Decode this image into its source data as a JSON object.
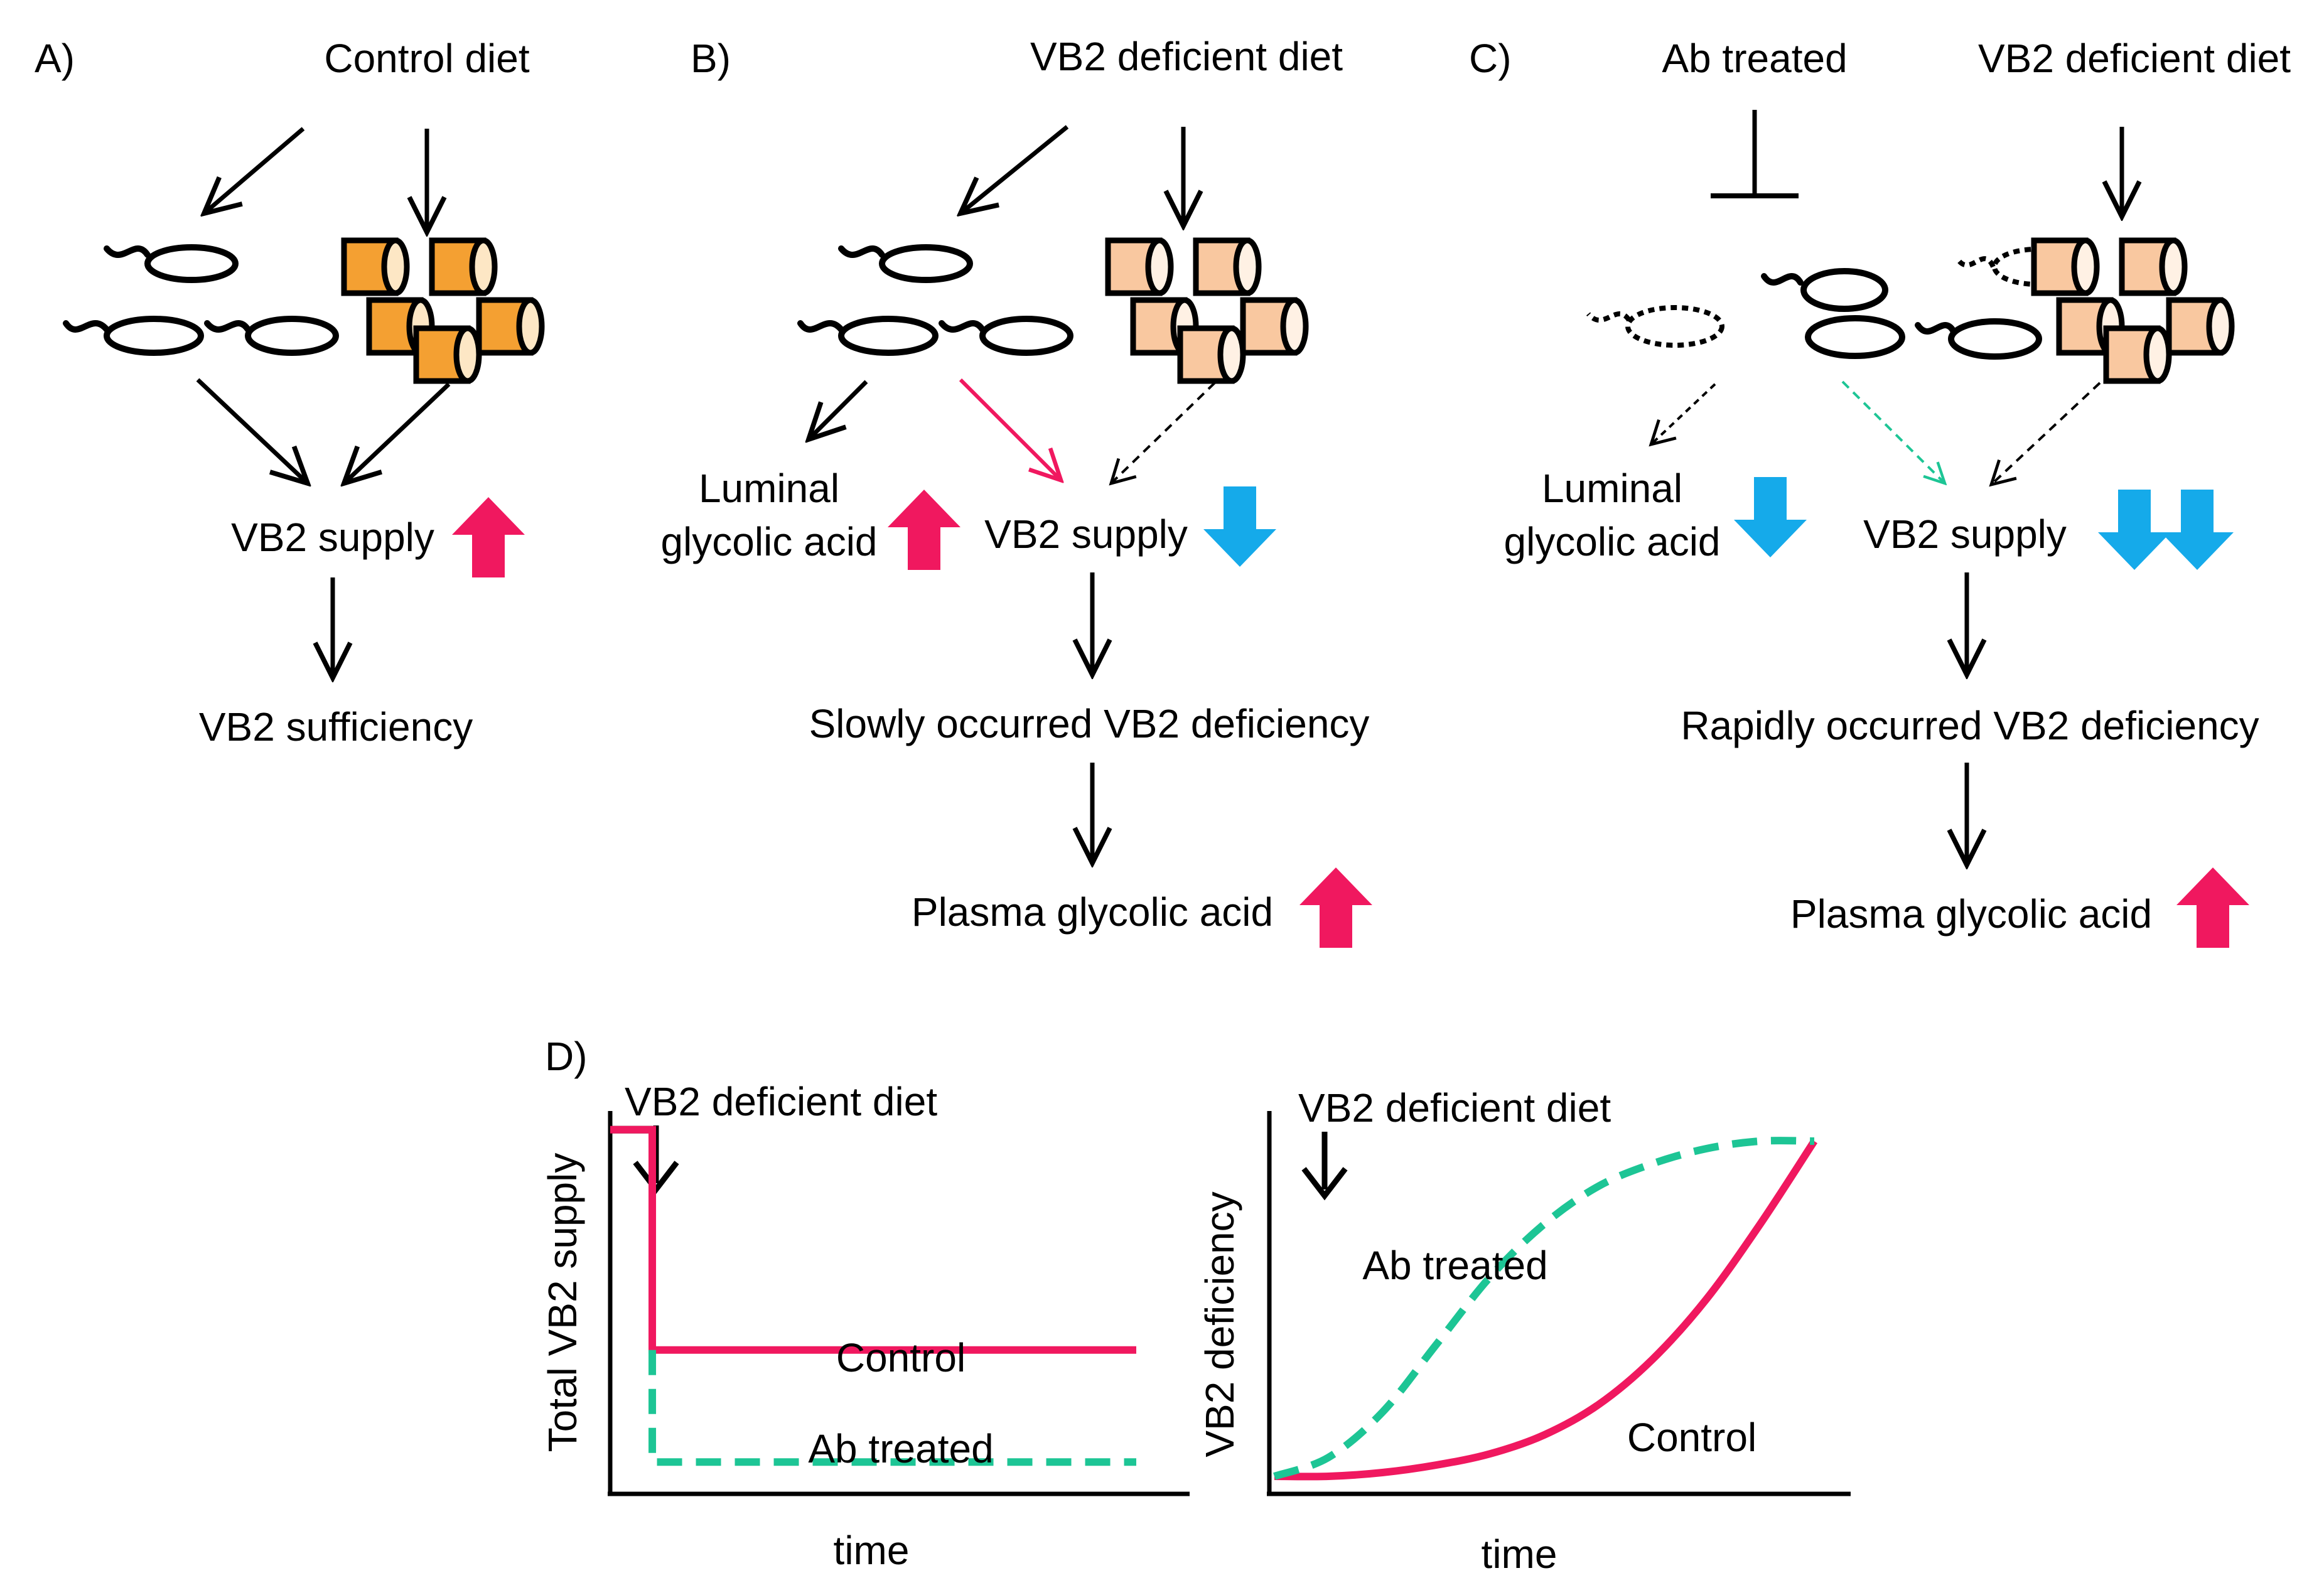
{
  "colors": {
    "increase_arrow": "#f0185f",
    "decrease_arrow": "#15aaea",
    "control_line": "#f0185f",
    "ab_treated_line": "#1dc595",
    "bacteria_orange": "#f4a032",
    "bacteria_peach": "#f9c8a0",
    "ink": "#000000"
  },
  "icons": {
    "bacteria_cluster": "bacteria-cluster-icon",
    "host_cells": "host-cells-icon",
    "up_arrow": "up-arrow-icon",
    "down_arrow": "down-arrow-icon",
    "inhibition": "inhibition-icon"
  },
  "panel_a": {
    "letter": "A)",
    "diet": "Control diet",
    "supply": "VB2 supply",
    "outcome": "VB2 sufficiency"
  },
  "panel_b": {
    "letter": "B)",
    "diet": "VB2 deficient diet",
    "luminal_line1": "Luminal",
    "luminal_line2": "glycolic acid",
    "supply": "VB2 supply",
    "deficiency": "Slowly occurred  VB2 deficiency",
    "plasma": "Plasma glycolic acid"
  },
  "panel_c": {
    "letter": "C)",
    "treatment": "Ab treated",
    "diet": "VB2 deficient diet",
    "luminal_line1": "Luminal",
    "luminal_line2": "glycolic acid",
    "supply": "VB2 supply",
    "deficiency": "Rapidly occurred  VB2 deficiency",
    "plasma": "Plasma glycolic acid"
  },
  "panel_d": {
    "letter": "D)",
    "left_event": "VB2 deficient diet",
    "right_event": "VB2 deficient diet"
  },
  "chart_data": [
    {
      "type": "line",
      "ylabel": "Total VB2 supply",
      "xlabel": "time",
      "ticks": "none",
      "series": [
        {
          "name": "Control",
          "style": "solid",
          "color": "#f0185f",
          "x": [
            0,
            0.08,
            0.08,
            1.0
          ],
          "y": [
            0.95,
            0.95,
            0.36,
            0.36
          ]
        },
        {
          "name": "Ab treated",
          "style": "dashed",
          "color": "#1dc595",
          "x": [
            0.08,
            0.08,
            1.0
          ],
          "y": [
            0.36,
            0.06,
            0.06
          ]
        }
      ],
      "baseline": {
        "color": "#000000",
        "x": [
          0.0,
          0.08
        ],
        "y": [
          0.95,
          0.95
        ]
      }
    },
    {
      "type": "line",
      "ylabel": "VB2 deficiency",
      "xlabel": "time",
      "ticks": "none",
      "series": [
        {
          "name": "Control",
          "style": "solid",
          "color": "#f0185f",
          "x": [
            0.0,
            0.1,
            0.2,
            0.3,
            0.4,
            0.5,
            0.6,
            0.7,
            0.8,
            0.9,
            1.0
          ],
          "y": [
            0.03,
            0.03,
            0.04,
            0.06,
            0.09,
            0.14,
            0.22,
            0.34,
            0.5,
            0.7,
            0.92
          ]
        },
        {
          "name": "Ab treated",
          "style": "dashed",
          "color": "#1dc595",
          "x": [
            0.0,
            0.1,
            0.2,
            0.3,
            0.4,
            0.5,
            0.6,
            0.7,
            0.8,
            0.9,
            1.0
          ],
          "y": [
            0.03,
            0.08,
            0.2,
            0.38,
            0.56,
            0.7,
            0.8,
            0.86,
            0.9,
            0.92,
            0.92
          ]
        }
      ]
    }
  ]
}
